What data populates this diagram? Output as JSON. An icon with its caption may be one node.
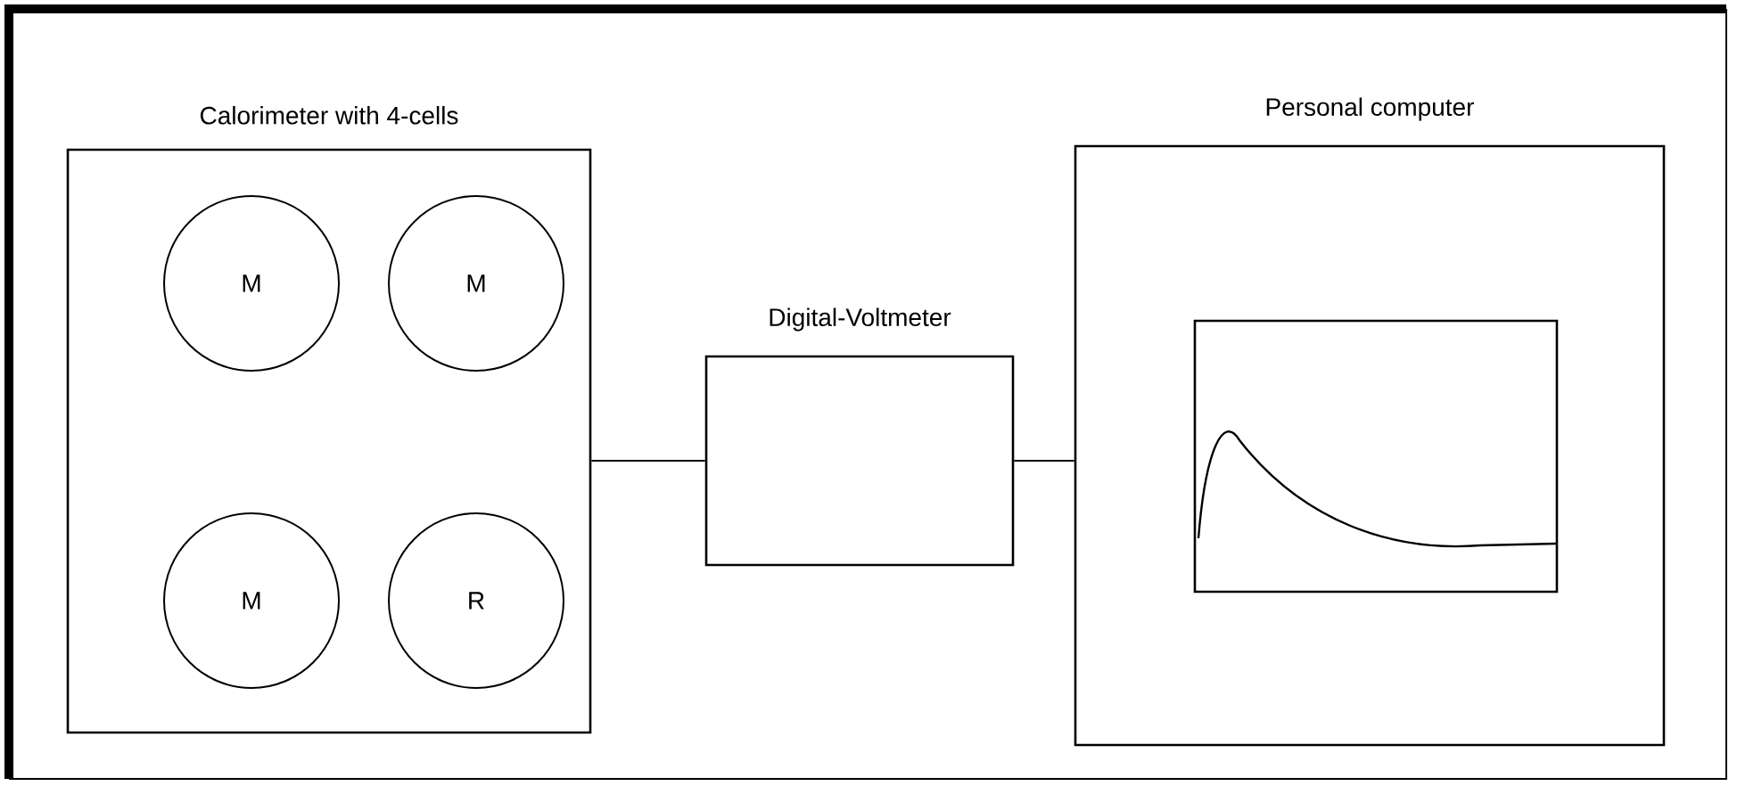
{
  "diagram": {
    "nodes": [
      {
        "text": [
          "Calorimeter with 4-cells"
        ]
      },
      {
        "text": [
          "M"
        ],
        "in": 0
      },
      {
        "text": [
          "M"
        ],
        "in": 0
      },
      {
        "text": [
          "M"
        ],
        "in": 0
      },
      {
        "text": [
          "R"
        ],
        "in": 0
      },
      {
        "text": [
          "Digital-Voltmeter"
        ]
      },
      {
        "text": [
          "Personal computer"
        ]
      },
      {
        "text": [],
        "shape": "box",
        "in": 6
      }
    ],
    "edges": [
      {
        "from": 0,
        "to": 5,
        "arrow": "none"
      },
      {
        "from": 5,
        "to": 6,
        "arrow": "none"
      }
    ]
  }
}
